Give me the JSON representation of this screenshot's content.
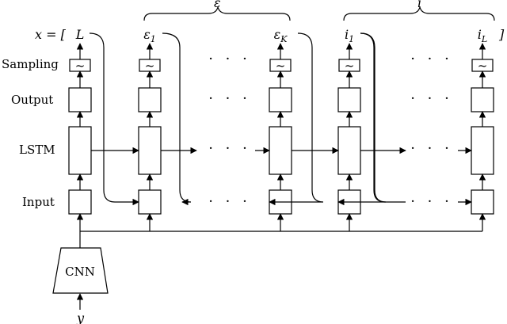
{
  "row_labels": {
    "sampling": "Sampling",
    "output": "Output",
    "lstm": "LSTM",
    "input": "Input"
  },
  "sequence": {
    "prefix": "x = [",
    "close": "]",
    "tokens": [
      {
        "base": "L",
        "sub": ""
      },
      {
        "base": "ε",
        "sub": "1"
      },
      {
        "base": "ε",
        "sub": "K"
      },
      {
        "base": "i",
        "sub": "1"
      },
      {
        "base": "i",
        "sub": "L"
      }
    ]
  },
  "groups": {
    "epsilon": "ε",
    "i": "i"
  },
  "sampler_glyph": "~",
  "ellipsis": "· · ·",
  "cnn_label": "CNN",
  "input_var": "y"
}
